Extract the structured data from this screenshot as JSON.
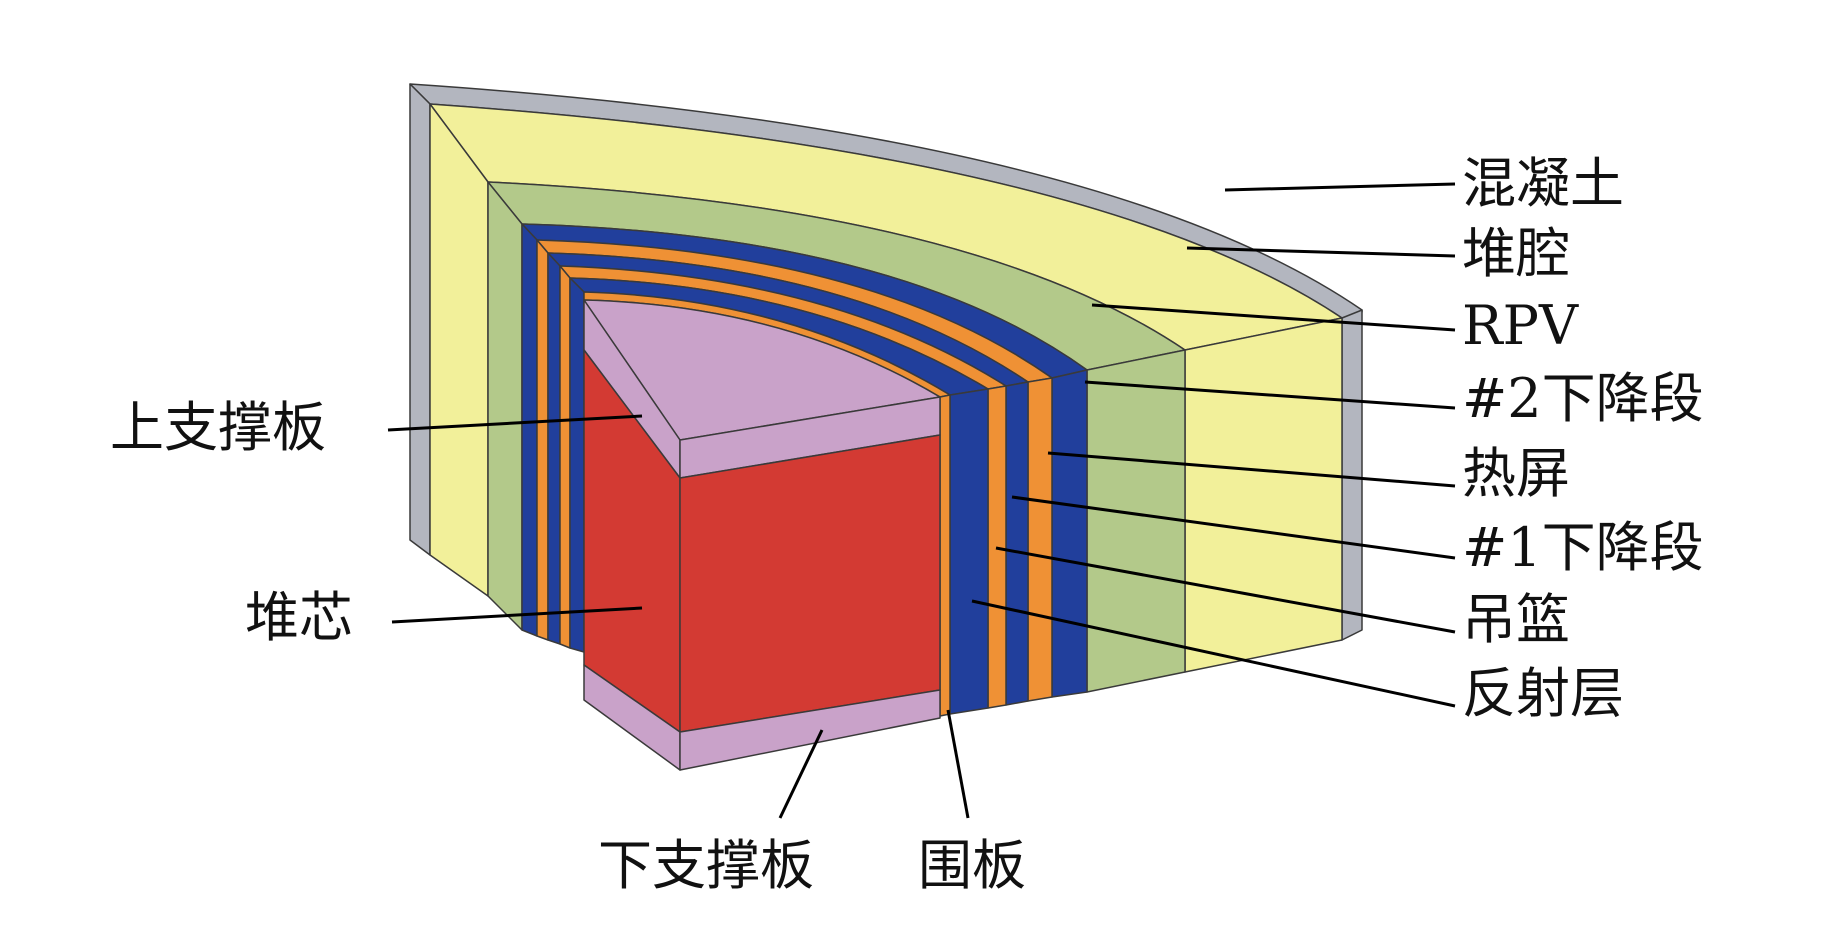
{
  "labels": {
    "concrete": "混凝土",
    "cavity": "堆腔",
    "rpv": "RPV",
    "downcomer2": "#2下降段",
    "thermal_shield": "热屏",
    "downcomer1": "#1下降段",
    "barrel": "吊篮",
    "reflector": "反射层",
    "upper_support": "上支撑板",
    "core": "堆芯",
    "lower_support": "下支撑板",
    "baffle": "围板"
  },
  "colors": {
    "concrete": "#b3b6bf",
    "cavity": "#f2f09a",
    "rpv": "#b3c98a",
    "steel": "#213f9c",
    "water": "#ef9135",
    "support_plate": "#c9a2c9",
    "core": "#d33a33",
    "leader": "#000000"
  }
}
